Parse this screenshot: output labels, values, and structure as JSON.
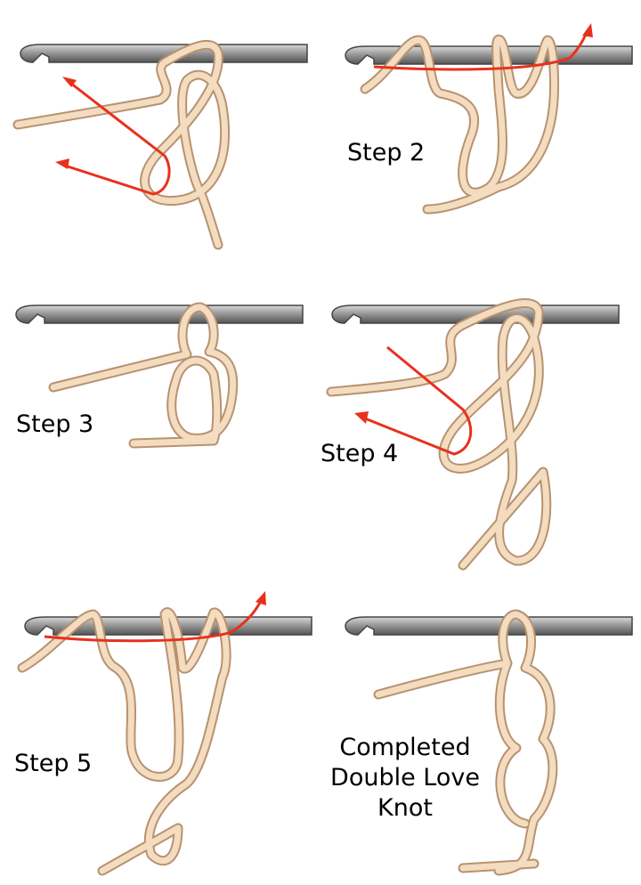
{
  "title": "Double Love Knot crochet steps",
  "colors": {
    "yarn": "#f3dcc0",
    "yarn_outline": "#b89270",
    "hook": "#8c8c8c",
    "arrow": "#e8311c"
  },
  "steps": [
    {
      "label": ""
    },
    {
      "label": "Step 2"
    },
    {
      "label": "Step 3"
    },
    {
      "label": "Step 4"
    },
    {
      "label": "Step 5"
    },
    {
      "label_lines": [
        "Completed",
        "Double Love",
        "Knot"
      ]
    }
  ]
}
